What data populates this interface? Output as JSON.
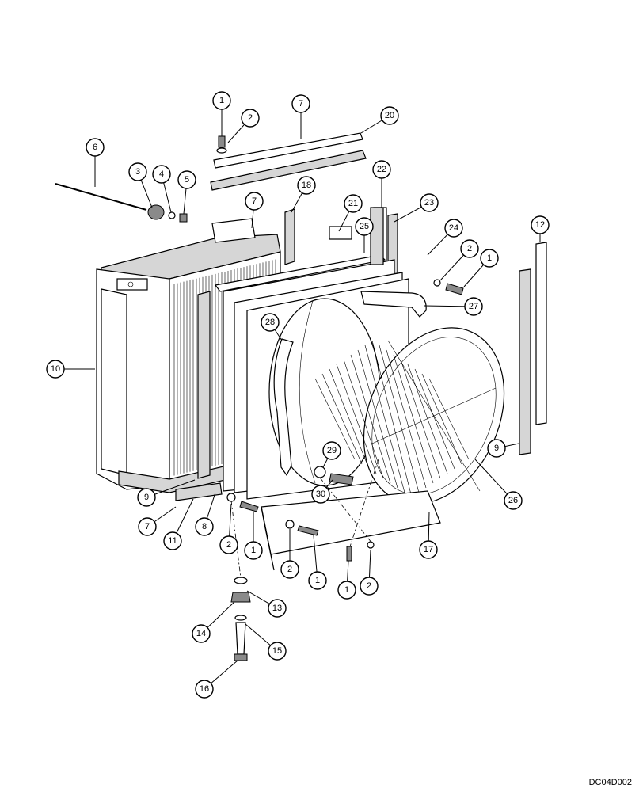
{
  "drawing_code": "DC04D002",
  "callouts": [
    {
      "label": "1"
    },
    {
      "label": "2"
    },
    {
      "label": "7"
    },
    {
      "label": "20"
    },
    {
      "label": "6"
    },
    {
      "label": "3"
    },
    {
      "label": "4"
    },
    {
      "label": "5"
    },
    {
      "label": "22"
    },
    {
      "label": "18"
    },
    {
      "label": "7"
    },
    {
      "label": "21"
    },
    {
      "label": "23"
    },
    {
      "label": "25"
    },
    {
      "label": "24"
    },
    {
      "label": "2"
    },
    {
      "label": "1"
    },
    {
      "label": "12"
    },
    {
      "label": "27"
    },
    {
      "label": "28"
    },
    {
      "label": "10"
    },
    {
      "label": "29"
    },
    {
      "label": "30"
    },
    {
      "label": "26"
    },
    {
      "label": "9"
    },
    {
      "label": "9"
    },
    {
      "label": "7"
    },
    {
      "label": "11"
    },
    {
      "label": "8"
    },
    {
      "label": "2"
    },
    {
      "label": "1"
    },
    {
      "label": "2"
    },
    {
      "label": "1"
    },
    {
      "label": "1"
    },
    {
      "label": "2"
    },
    {
      "label": "17"
    },
    {
      "label": "13"
    },
    {
      "label": "14"
    },
    {
      "label": "15"
    },
    {
      "label": "16"
    }
  ]
}
